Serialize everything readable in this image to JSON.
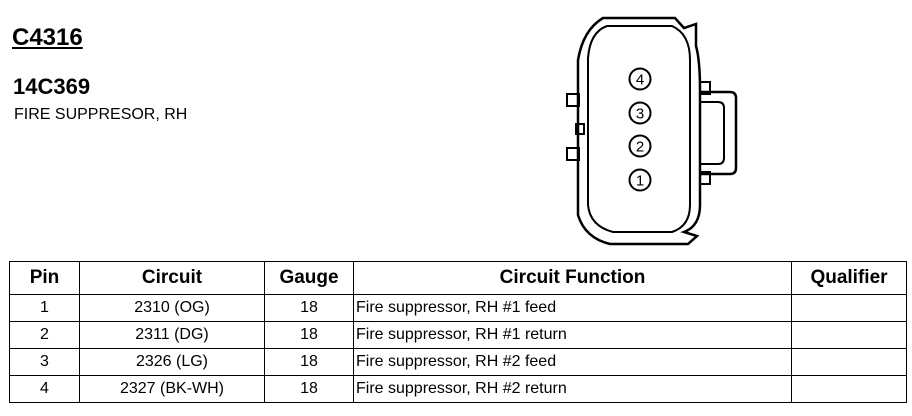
{
  "header": {
    "connector_id": "C4316",
    "part_number": "14C369",
    "description": "FIRE SUPPRESOR, RH"
  },
  "connector_diagram": {
    "pins": [
      "4",
      "3",
      "2",
      "1"
    ]
  },
  "table": {
    "columns": [
      "Pin",
      "Circuit",
      "Gauge",
      "Circuit Function",
      "Qualifier"
    ],
    "rows": [
      {
        "pin": "1",
        "circuit": "2310 (OG)",
        "gauge": "18",
        "function": "Fire suppressor, RH #1 feed",
        "qualifier": ""
      },
      {
        "pin": "2",
        "circuit": "2311 (DG)",
        "gauge": "18",
        "function": "Fire suppressor, RH #1 return",
        "qualifier": ""
      },
      {
        "pin": "3",
        "circuit": "2326 (LG)",
        "gauge": "18",
        "function": "Fire suppressor, RH #2 feed",
        "qualifier": ""
      },
      {
        "pin": "4",
        "circuit": "2327 (BK-WH)",
        "gauge": "18",
        "function": "Fire suppressor, RH #2 return",
        "qualifier": ""
      }
    ]
  }
}
